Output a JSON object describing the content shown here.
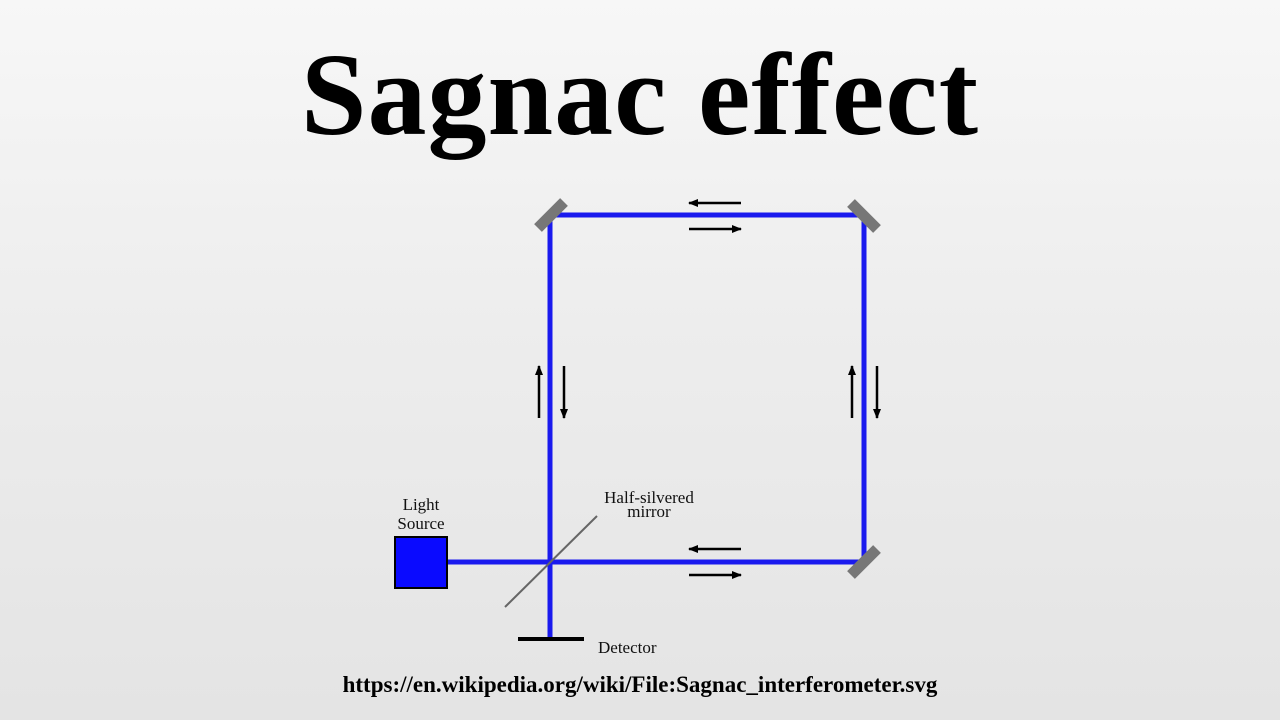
{
  "title": "Sagnac effect",
  "diagram": {
    "labels": {
      "light_source_line1": "Light",
      "light_source_line2": "Source",
      "half_silvered_line1": "Half-silvered",
      "half_silvered_line2": "mirror",
      "detector": "Detector"
    },
    "colors": {
      "beam": "#1a1aee",
      "source_fill": "#0a0aff",
      "mirror": "#777777",
      "arrows": "#000000"
    }
  },
  "source_url": "https://en.wikipedia.org/wiki/File:Sagnac_interferometer.svg"
}
